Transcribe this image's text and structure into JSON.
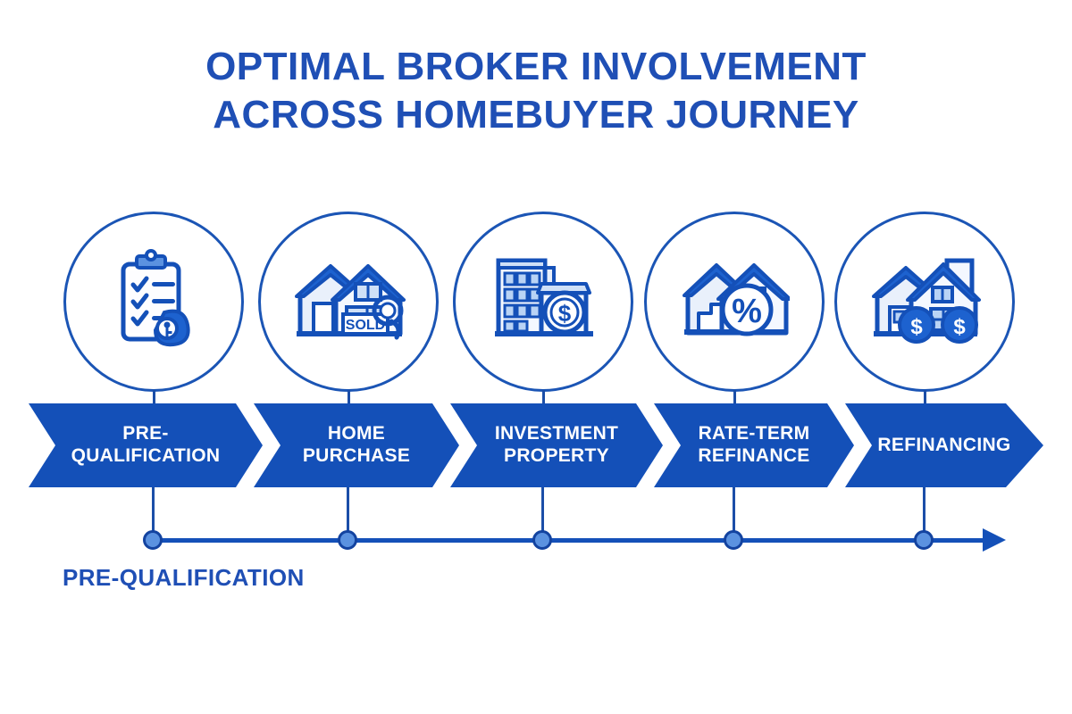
{
  "title": {
    "line1": "OPTIMAL BROKER INVOLVEMENT",
    "line2": "ACROSS HOMEBUYER JOURNEY",
    "color": "#1f4fb5"
  },
  "colors": {
    "brand_blue": "#1450b8",
    "title_blue": "#1f4fb5",
    "outline_blue": "#1b55b5",
    "node_fill": "#5b92e0",
    "node_ring": "#1343a0",
    "banner_text": "#ffffff",
    "background": "#ffffff"
  },
  "stages": [
    {
      "index": 1,
      "icon_name": "clipboard-checklist-key-icon",
      "label_line1": "PRE-",
      "label_line2": "QUALIFICATION",
      "label_full": "PRE-QUALIFICATION"
    },
    {
      "index": 2,
      "icon_name": "house-sold-sign-icon",
      "label_line1": "HOME",
      "label_line2": "PURCHASE",
      "label_full": "HOME PURCHASE"
    },
    {
      "index": 3,
      "icon_name": "apartment-building-dollar-coin-icon",
      "label_line1": "INVESTMENT",
      "label_line2": "PROPERTY",
      "label_full": "INVESTMENT PROPERTY"
    },
    {
      "index": 4,
      "icon_name": "house-percent-badge-icon",
      "label_line1": "RATE-TERM",
      "label_line2": "REFINANCE",
      "label_full": "RATE-TERM REFINANCE"
    },
    {
      "index": 5,
      "icon_name": "house-two-dollar-coins-icon",
      "label_line1": "REFINANCING",
      "label_line2": "",
      "label_full": "REFINANCING"
    }
  ],
  "timeline": {
    "caption": "PRE-QUALIFICATION",
    "node_count": 5,
    "direction_icon": "arrow-right-icon"
  },
  "sold_sign_text": "SOLD",
  "percent_symbol": "%",
  "dollar_symbol": "$"
}
